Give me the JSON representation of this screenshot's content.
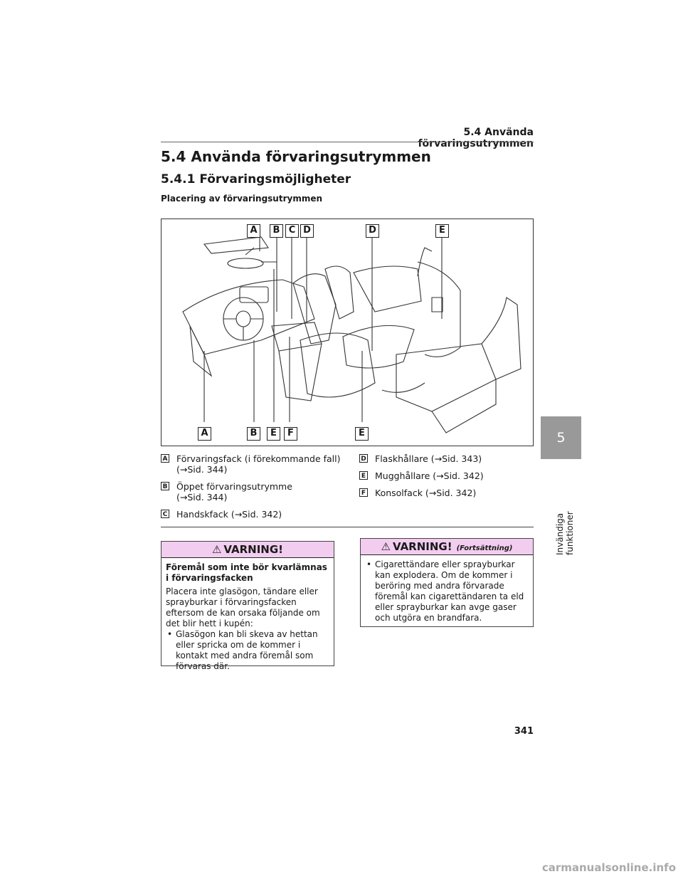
{
  "header": {
    "running_title": "5.4  Använda förvaringsutrymmen"
  },
  "section": {
    "title": "5.4  Använda förvaringsutrymmen"
  },
  "subsection": {
    "title": "5.4.1  Förvaringsmöjligheter"
  },
  "placement_heading": "Placering av förvaringsutrymmen",
  "figure": {
    "top_callouts": [
      "A",
      "B",
      "C",
      "D",
      "D",
      "E"
    ],
    "bottom_callouts": [
      "A",
      "B",
      "E",
      "F",
      "E"
    ]
  },
  "legend": [
    {
      "letter": "A",
      "text": "Förvaringsfack (i förekommande fall)",
      "ref": "(→Sid. 344)"
    },
    {
      "letter": "B",
      "text": "Öppet förvaringsutrymme",
      "ref": "(→Sid. 344)"
    },
    {
      "letter": "C",
      "text": "Handskfack (→Sid. 342)",
      "ref": ""
    },
    {
      "letter": "D",
      "text": "Flaskhållare (→Sid. 343)",
      "ref": ""
    },
    {
      "letter": "E",
      "text": "Mugghållare (→Sid. 342)",
      "ref": ""
    },
    {
      "letter": "F",
      "text": "Konsolfack (→Sid. 342)",
      "ref": ""
    }
  ],
  "warning_left": {
    "title": "VARNING!",
    "heading": "Föremål som inte bör kvarlämnas i förvaringsfacken",
    "para": "Placera inte glasögon, tändare eller sprayburkar i förvaringsfacken eftersom de kan orsaka följande om det blir hett i kupén:",
    "bullet": "Glasögon kan bli skeva av hettan eller spricka om de kommer i kontakt med andra föremål som förvaras där."
  },
  "warning_right": {
    "title": "VARNING!",
    "continued": "(Fortsättning)",
    "bullet": "Cigarettändare eller sprayburkar kan explodera. Om de kommer i beröring med andra förvarade föremål kan cigarettändaren ta eld eller sprayburkar kan avge gaser och utgöra en brandfara."
  },
  "side_tab": {
    "number": "5",
    "label": "Invändiga funktioner"
  },
  "page_number": "341",
  "watermark": "carmanualsonline.info",
  "colors": {
    "warning_header": "#f2cdef",
    "side_tab": "#999999"
  }
}
